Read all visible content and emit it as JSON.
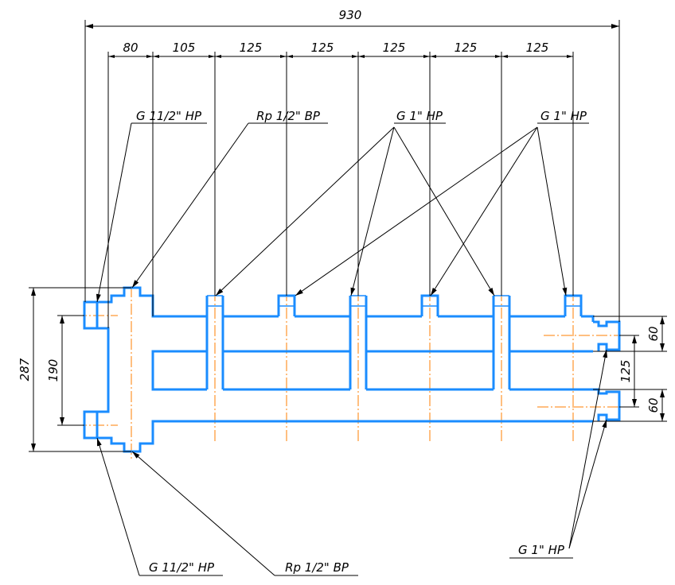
{
  "dimensions": {
    "overall_length": "930",
    "spacings": [
      "80",
      "105",
      "125",
      "125",
      "125",
      "125",
      "125"
    ],
    "overall_height": "287",
    "left_port_spacing": "190",
    "right_top_outlet": "60",
    "right_port_spacing": "125",
    "right_bottom_outlet": "60"
  },
  "callouts": {
    "top_left_thread": "G 11/2\" HP",
    "top_plug_thread": "Rp 1/2\" BP",
    "top_group1_thread": "G 1\" HP",
    "top_group2_thread": "G 1\" HP",
    "bottom_left_thread": "G 11/2\" HP",
    "bottom_plug_thread": "Rp 1/2\" BP",
    "right_outlets_thread": "G 1\" HP"
  },
  "colors": {
    "part": "#1a8cff",
    "axis": "#ff7f00",
    "dimension": "#000000"
  }
}
